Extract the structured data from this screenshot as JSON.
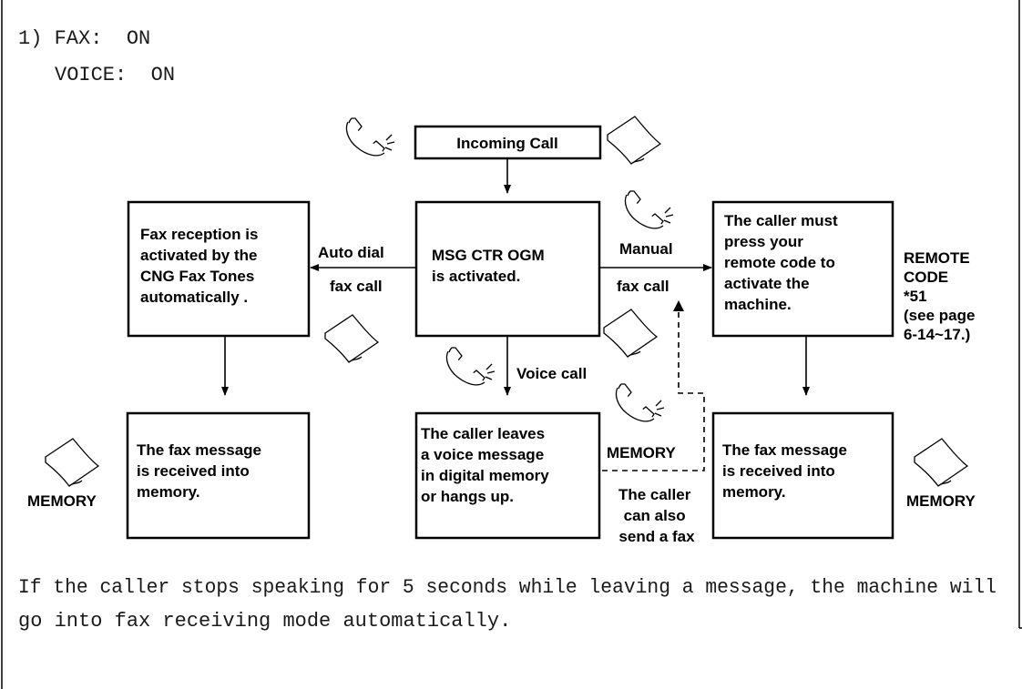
{
  "header": {
    "line1": "1) FAX:  ON",
    "line2": "VOICE:  ON"
  },
  "nodes": {
    "incoming": "Incoming Call",
    "center": [
      "MSG CTR OGM",
      "is activated."
    ],
    "left": [
      "Fax reception is",
      "activated by the",
      "CNG Fax Tones",
      "automatically ."
    ],
    "right": [
      "The caller must",
      "press your",
      "remote code to",
      "activate the",
      "machine."
    ],
    "bottom_left": [
      "The fax message",
      "is received into",
      "memory."
    ],
    "bottom_center": [
      "The caller leaves",
      "a voice message",
      "in digital memory",
      "or hangs up."
    ],
    "bottom_right": [
      "The fax message",
      "is received into",
      "memory."
    ]
  },
  "edge_labels": {
    "auto_dial": "Auto dial",
    "auto_fax_call": "fax call",
    "manual": "Manual",
    "manual_fax_call": "fax call",
    "voice_call": "Voice call",
    "also_fax": [
      "The caller",
      "can also",
      "send a fax"
    ]
  },
  "remote_code": [
    "REMOTE",
    "CODE",
    "*51",
    "(see page",
    "6-14~17.)"
  ],
  "memory_labels": {
    "left": "MEMORY",
    "center": "MEMORY",
    "right": "MEMORY"
  },
  "icons": [
    "phone-handset-icon",
    "fax-paper-icon"
  ],
  "footer": {
    "line1": "If the caller stops speaking for 5 seconds while leaving a message, the machine will",
    "line2": "go into fax receiving mode automatically."
  }
}
